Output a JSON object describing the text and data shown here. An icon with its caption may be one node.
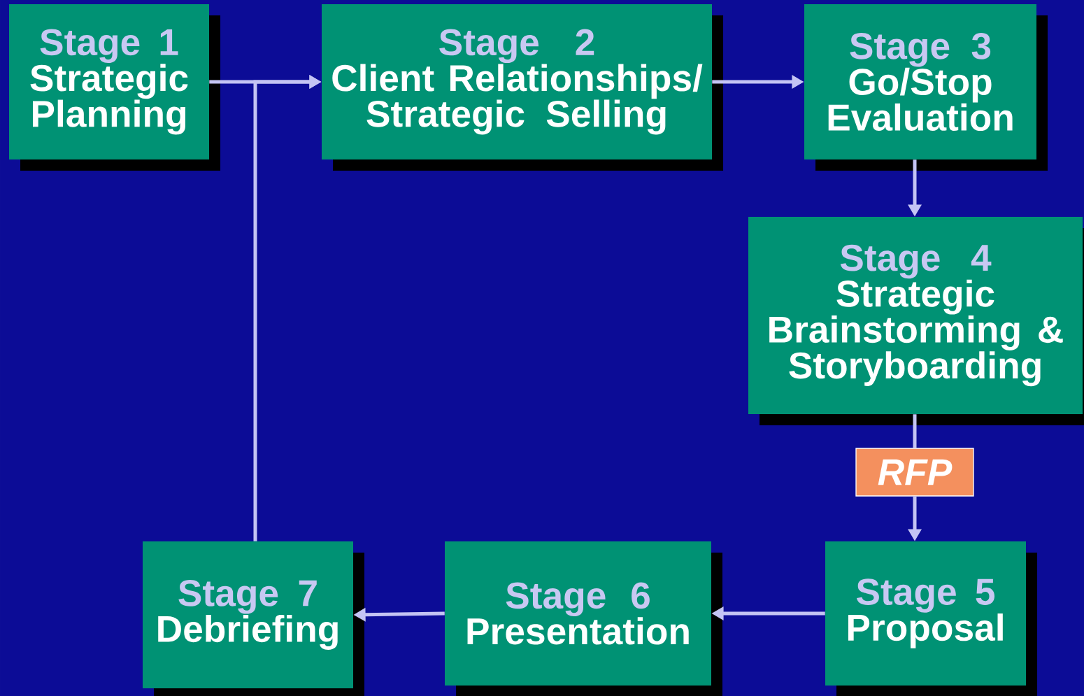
{
  "diagram": {
    "nodes": [
      {
        "text": [
          "Stage 1",
          "Strategic Planning"
        ]
      },
      {
        "text": [
          "Stage 2",
          "Client Relationships/ Strategic Selling"
        ]
      },
      {
        "text": [
          "Stage 3",
          "Go/Stop Evaluation"
        ]
      },
      {
        "text": [
          "Stage 4",
          "Strategic Brainstorming & Storyboarding"
        ]
      },
      {
        "text": [
          "RFP"
        ]
      },
      {
        "text": [
          "Stage 5",
          "Proposal"
        ]
      },
      {
        "text": [
          "Stage 6",
          "Presentation"
        ]
      },
      {
        "text": [
          "Stage 7",
          "Debriefing"
        ]
      }
    ],
    "edges": [
      {
        "from": 0,
        "to": 1,
        "arrow": "to"
      },
      {
        "from": 1,
        "to": 2,
        "arrow": "to"
      },
      {
        "from": 2,
        "to": 3,
        "arrow": "to"
      },
      {
        "from": 3,
        "to": 4,
        "arrow": "none"
      },
      {
        "from": 4,
        "to": 5,
        "arrow": "to"
      },
      {
        "from": 5,
        "to": 6,
        "arrow": "to"
      },
      {
        "from": 6,
        "to": 7,
        "arrow": "to"
      },
      {
        "from": 7,
        "to": 1,
        "arrow": "to"
      }
    ]
  }
}
